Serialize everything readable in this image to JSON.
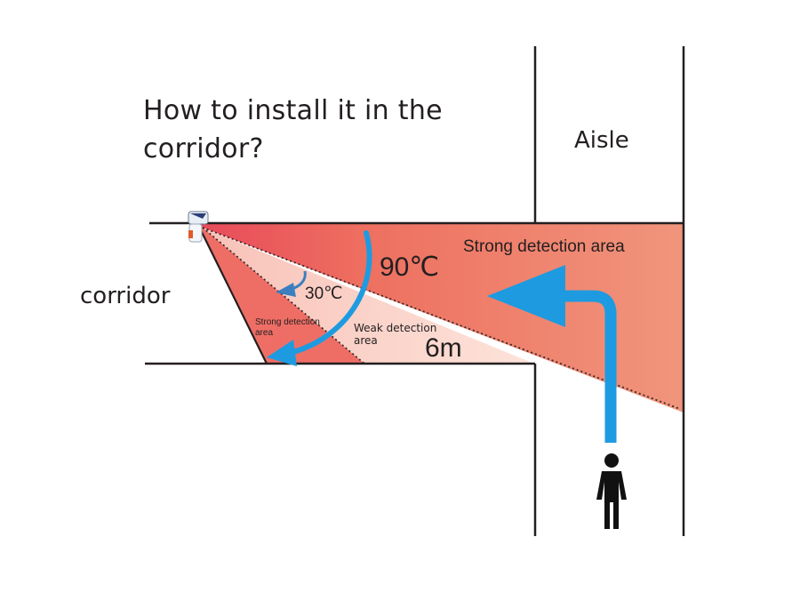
{
  "title": {
    "line1": "How to install it in the",
    "line2": "corridor?"
  },
  "labels": {
    "aisle": "Aisle",
    "corridor": "corridor",
    "strong_area_main": "Strong detection area",
    "strong_area_small_line1": "Strong detection",
    "strong_area_small_line2": "area",
    "weak_area_line1": "Weak detection",
    "weak_area_line2": "area",
    "angle_wide": "90℃",
    "angle_narrow": "30℃",
    "distance": "6m"
  },
  "colors": {
    "strong_zone": "#ef7f6a",
    "weak_zone": "#fbd6cc",
    "arrow_blue": "#1e9be0",
    "line": "#231f20",
    "sensor_body": "#e8eef6",
    "sensor_accent": "#e05a2a"
  },
  "icons": {
    "sensor": "pir-sensor-icon",
    "person": "person-icon",
    "walk_path": "walk-path-arrow",
    "angle_arc": "angle-arc-arrow"
  }
}
